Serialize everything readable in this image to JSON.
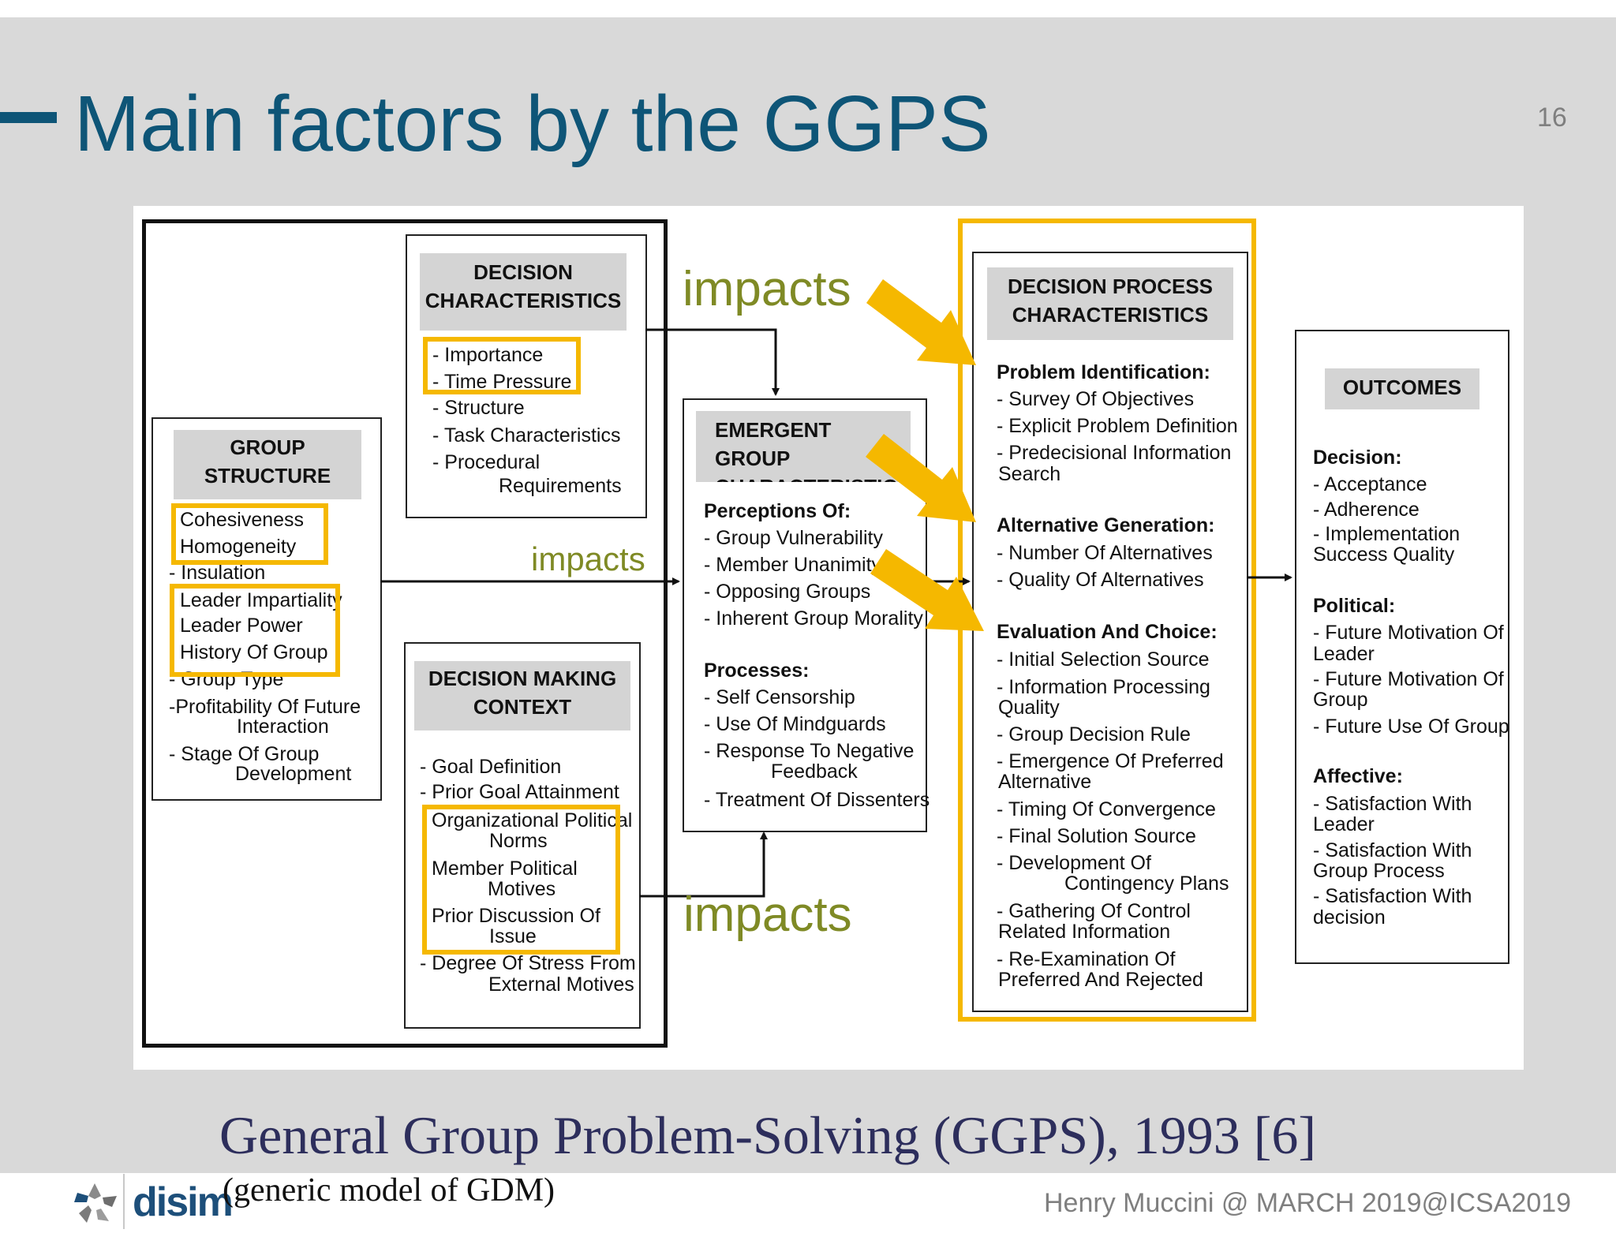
{
  "slide": {
    "title": "Main factors by the GGPS",
    "page_number": "16",
    "caption": "General Group Problem-Solving (GGPS), 1993 [6]",
    "subcaption": "(generic model of GDM)",
    "footer": "Henry Muccini @ MARCH 2019@ICSA2019",
    "logo_text": "disim"
  },
  "annotations": {
    "impacts_top": "impacts",
    "impacts_middle": "impacts",
    "impacts_bottom": "impacts"
  },
  "colors": {
    "title": "#0e5577",
    "highlight": "#f5b800",
    "impacts_text": "#7f8a25",
    "slide_background": "#d9d9d9"
  },
  "boxes": {
    "group_structure": {
      "header": [
        "GROUP",
        "STRUCTURE"
      ],
      "items": [
        "Cohesiveness",
        "Homogeneity",
        "- Insulation",
        "Leader Impartiality",
        "Leader Power",
        "History Of Group",
        "- Group Type",
        "-Profitability Of Future",
        "Interaction",
        "- Stage Of Group",
        "Development"
      ]
    },
    "decision_characteristics": {
      "header": [
        "DECISION",
        "CHARACTERISTICS"
      ],
      "items": [
        "- Importance",
        "- Time Pressure",
        "- Structure",
        "- Task Characteristics",
        "- Procedural",
        "Requirements"
      ]
    },
    "decision_making_context": {
      "header": [
        "DECISION MAKING",
        "CONTEXT"
      ],
      "items": [
        "- Goal Definition",
        "- Prior Goal Attainment",
        "Organizational Political",
        "Norms",
        "Member Political",
        "Motives",
        "Prior Discussion Of",
        "Issue",
        "- Degree Of Stress From",
        "External Motives"
      ]
    },
    "emergent_group": {
      "header": [
        "EMERGENT GROUP",
        "CHARACTERISTICS"
      ],
      "items": [
        "Perceptions Of:",
        "- Group Vulnerability",
        "- Member Unanimity",
        "- Opposing Groups",
        "- Inherent Group Morality",
        "Processes:",
        "- Self Censorship",
        "- Use Of Mindguards",
        "- Response To Negative",
        "Feedback",
        "- Treatment Of Dissenters"
      ]
    },
    "decision_process": {
      "header": [
        "DECISION PROCESS",
        "CHARACTERISTICS"
      ],
      "items": [
        "Problem Identification:",
        "- Survey Of Objectives",
        "- Explicit Problem Definition",
        "- Predecisional Information",
        "Search",
        "Alternative Generation:",
        "- Number Of Alternatives",
        "- Quality Of Alternatives",
        "Evaluation And Choice:",
        "- Initial Selection Source",
        "- Information Processing",
        "Quality",
        "- Group Decision Rule",
        "- Emergence Of Preferred",
        "Alternative",
        "- Timing Of Convergence",
        "- Final Solution Source",
        "- Development Of",
        "Contingency Plans",
        "- Gathering Of Control",
        "Related Information",
        "- Re-Examination Of",
        "Preferred And Rejected"
      ]
    },
    "outcomes": {
      "header": [
        "OUTCOMES"
      ],
      "items": [
        "Decision:",
        "- Acceptance",
        "- Adherence",
        "- Implementation",
        "Success Quality",
        "Political:",
        "- Future Motivation Of",
        "Leader",
        "- Future Motivation Of",
        "Group",
        "- Future Use Of Group",
        "Affective:",
        "- Satisfaction With",
        "Leader",
        "- Satisfaction With",
        "Group Process",
        "- Satisfaction With",
        "decision"
      ]
    }
  }
}
